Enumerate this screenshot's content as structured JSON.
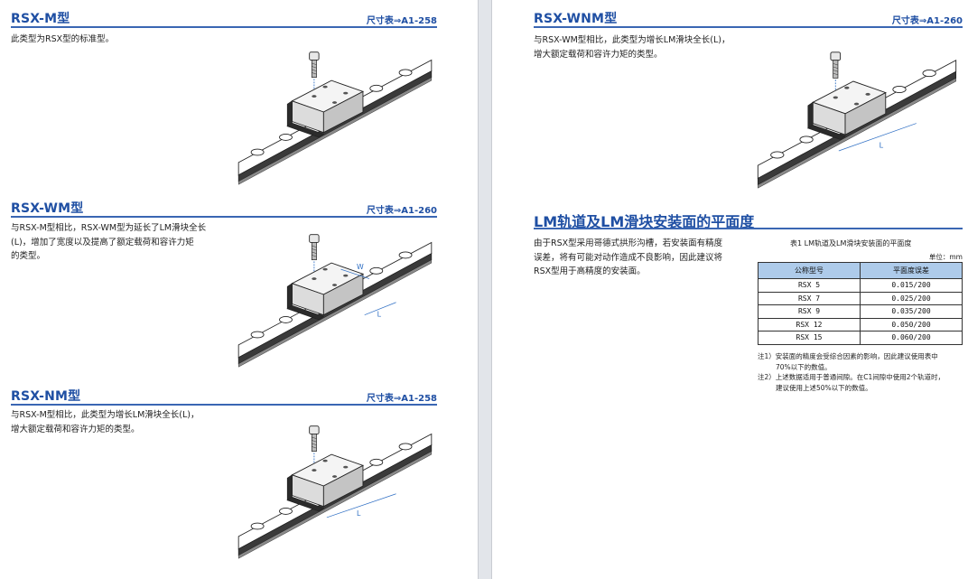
{
  "left": {
    "sections": [
      {
        "title": "RSX-M型",
        "ref": "尺寸表⇒A1-258",
        "desc": [
          "此类型为RSX型的标准型。"
        ]
      },
      {
        "title": "RSX-WM型",
        "ref": "尺寸表⇒A1-260",
        "desc": [
          "与RSX-M型相比，RSX-WM型为延长了LM滑块全长",
          "(L)，增加了宽度以及提高了额定载荷和容许力矩",
          "的类型。"
        ],
        "dims": [
          "W",
          "L"
        ]
      },
      {
        "title": "RSX-NM型",
        "ref": "尺寸表⇒A1-258",
        "desc": [
          "与RSX-M型相比，此类型为增长LM滑块全长(L)，",
          "增大额定载荷和容许力矩的类型。"
        ],
        "dims": [
          "L"
        ]
      }
    ]
  },
  "right": {
    "top_section": {
      "title": "RSX-WNM型",
      "ref": "尺寸表⇒A1-260",
      "desc": [
        "与RSX-WM型相比，此类型为增长LM滑块全长(L)，",
        "增大额定载荷和容许力矩的类型。"
      ],
      "dims": [
        "L"
      ]
    },
    "flatness": {
      "title": "LM轨道及LM滑块安装面的平面度",
      "desc": [
        "由于RSX型采用哥德式拱形沟槽，若安装面有精度",
        "误差，将有可能对动作造成不良影响，因此建议将",
        "RSX型用于高精度的安装面。"
      ],
      "table_caption": "表1   LM轨道及LM滑块安装面的平面度",
      "unit": "单位：mm",
      "headers": [
        "公称型号",
        "平面度误差"
      ],
      "rows": [
        [
          "RSX 5",
          "0.015/200"
        ],
        [
          "RSX 7",
          "0.025/200"
        ],
        [
          "RSX 9",
          "0.035/200"
        ],
        [
          "RSX 12",
          "0.050/200"
        ],
        [
          "RSX 15",
          "0.060/200"
        ]
      ],
      "notes": [
        "注1）安装面的精度会受综合因素的影响，因此建议使用表中",
        "70%以下的数值。",
        "注2）上述数据适用于普通间隙。在C1间隙中使用2个轨道时，",
        "建议使用上述50%以下的数值。"
      ]
    }
  },
  "colors": {
    "accent": "#1f4fa3",
    "table_header": "#aecbea"
  }
}
